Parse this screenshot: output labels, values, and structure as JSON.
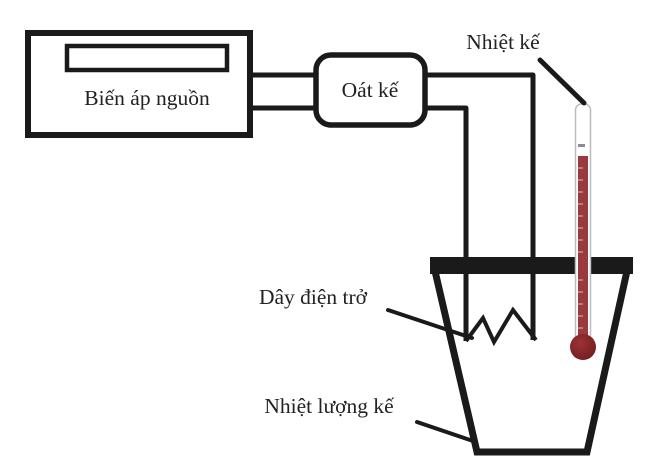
{
  "figure": {
    "background": "#ffffff",
    "ink": "#1a1a1a",
    "labels": {
      "transformer": "Biến áp nguồn",
      "wattmeter": "Oát kế",
      "thermometer": "Nhiệt kế",
      "resistance_wire": "Dây điện trở",
      "calorimeter": "Nhiệt lượng kế"
    },
    "thermometer_colors": {
      "column": "#9a3a3c",
      "bulb_dark": "#701b1e",
      "bulb_light": "#9b3336",
      "glass_outline": "#bcbcbc",
      "scale_tick": "#c9908f",
      "top_mark": "#8d8d8d"
    }
  }
}
